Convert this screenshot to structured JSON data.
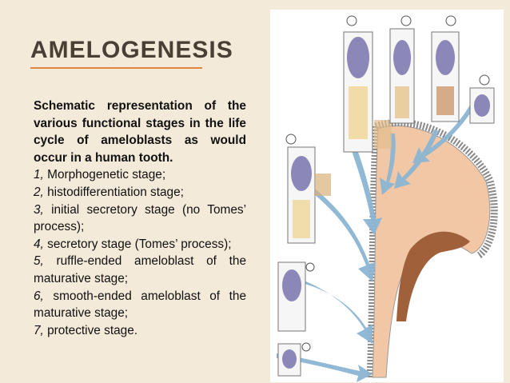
{
  "slide": {
    "title": "AMELOGENESIS",
    "caption_lead": "Schematic representation of the various functional stages in the life cycle of ameloblasts as would occur in a human tooth.",
    "stages": [
      {
        "num": "1,",
        "text": " Morphogenetic stage;"
      },
      {
        "num": "2,",
        "text": " histodifferentiation stage;"
      },
      {
        "num": "3,",
        "text": " initial secretory stage (no Tomes’ process);"
      },
      {
        "num": "4,",
        "text": " secretory stage (Tomes’ process);"
      },
      {
        "num": "5,",
        "text": " ruffle-ended ameloblast of the maturative stage;"
      },
      {
        "num": "6,",
        "text": " smooth-ended ameloblast of the maturative stage;"
      },
      {
        "num": "7,",
        "text": " protective stage."
      }
    ]
  },
  "colors": {
    "background": "#f3ead9",
    "title": "#4a3f35",
    "title_rule": "#e0863c",
    "nucleus": "#8b87b8",
    "arrow": "#8cb6d3",
    "enamel": "#a0613a",
    "dentin": "#f2c7a6"
  }
}
